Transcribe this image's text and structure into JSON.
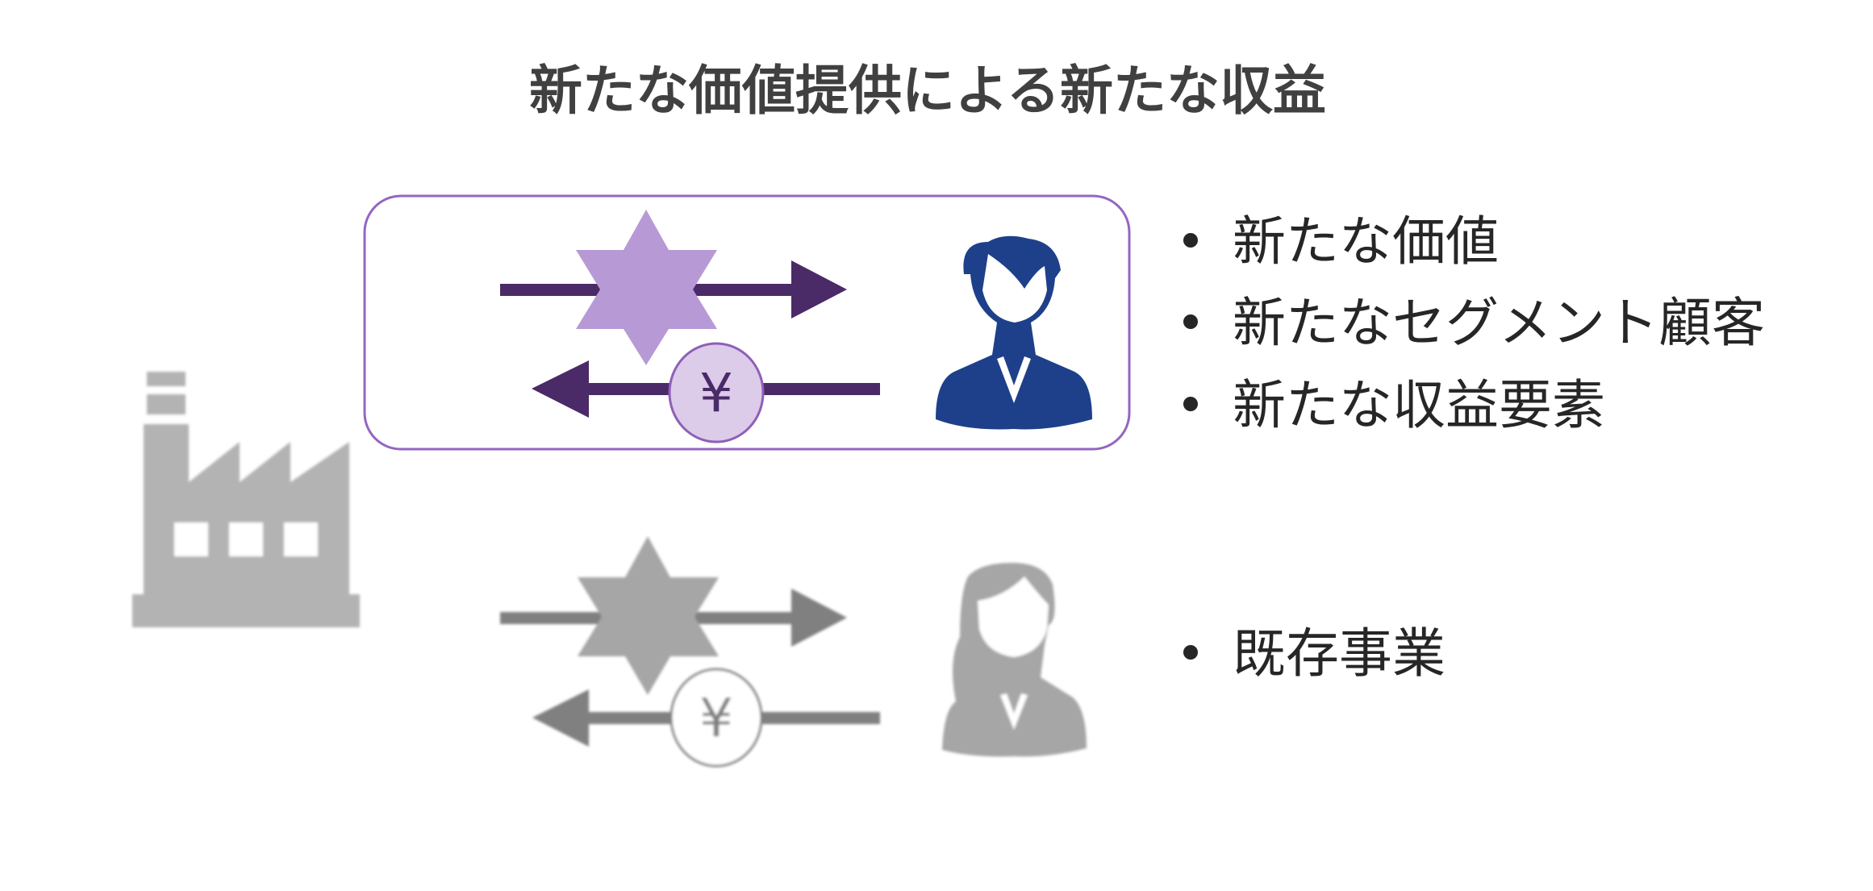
{
  "title": "新たな価値提供による新たな収益",
  "new_business": {
    "bullets": [
      "新たな価値",
      "新たなセグメント顧客",
      "新たな収益要素"
    ],
    "yen_symbol": "¥"
  },
  "existing_business": {
    "bullets": [
      "既存事業"
    ],
    "yen_symbol": "¥"
  },
  "colors": {
    "title": "#404040",
    "highlight_border": "#9466c2",
    "arrow_purple": "#4b2a68",
    "star_purple": "#b79ad5",
    "coin_purple": "#dccbe9",
    "customer_blue": "#1e408a",
    "gray_star": "#a6a6a6",
    "gray_arrow": "#808080",
    "factory_gray": "#b3b3b3"
  }
}
